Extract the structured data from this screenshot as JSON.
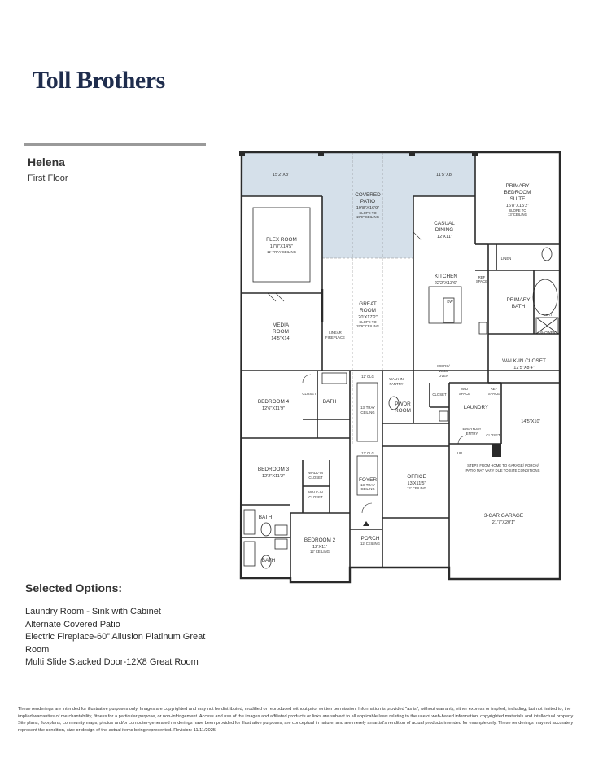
{
  "brand": {
    "logo_text": "Toll Brothers"
  },
  "plan": {
    "name": "Helena",
    "floor": "First Floor"
  },
  "options": {
    "title": "Selected Options:",
    "items": [
      "Laundry Room - Sink with Cabinet",
      "Alternate Covered Patio",
      "Electric Fireplace-60” Allusion Platinum Great Room",
      "Multi Slide Stacked Door-12X8 Great Room"
    ]
  },
  "rooms": {
    "patio_left": {
      "dim": "15'2\"X8'"
    },
    "patio_right": {
      "dim": "11'5\"X8'"
    },
    "covered_patio": {
      "l1": "COVERED",
      "l2": "PATIO",
      "dim": "19'8\"X16'9\"",
      "n1": "SLOPE TO",
      "n2": "15'9\" CEILING"
    },
    "primary_suite": {
      "l1": "PRIMARY",
      "l2": "BEDROOM",
      "l3": "SUITE",
      "dim": "16'8\"X15'2\"",
      "n1": "SLOPE TO",
      "n2": "13' CEILING"
    },
    "casual_dining": {
      "l1": "CASUAL",
      "l2": "DINING",
      "dim": "12'X11'"
    },
    "flex_room": {
      "l1": "FLEX ROOM",
      "dim": "17'8\"X14'5\"",
      "note": "11' TRAY CEILING"
    },
    "kitchen": {
      "l1": "KITCHEN",
      "dim": "22'2\"X13'6\""
    },
    "linen": "LINEN",
    "ref_space_1": {
      "l1": "REF",
      "l2": "SPACE"
    },
    "dw": "DW",
    "primary_bath": {
      "l1": "PRIMARY",
      "l2": "BATH"
    },
    "seat": "SEAT",
    "shower": "SHOWER",
    "great_room": {
      "l1": "GREAT",
      "l2": "ROOM",
      "dim": "20'X17'2\"",
      "n1": "SLOPE TO",
      "n2": "15'9\" CEILING"
    },
    "media_room": {
      "l1": "MEDIA",
      "l2": "ROOM",
      "dim": "14'5\"X14'"
    },
    "linear_fireplace": {
      "l1": "LINEAR",
      "l2": "FIREPLACE"
    },
    "walkin_closet": {
      "l1": "WALK-IN CLOSET",
      "dim": "12'5\"X8'4\""
    },
    "micro_wall_oven": {
      "l1": "MICRO/",
      "l2": "WALL",
      "l3": "OVEN"
    },
    "hall_clg_1": "12' CLG",
    "walkin_pantry": {
      "l1": "WALK-IN",
      "l2": "PANTRY"
    },
    "bedroom4": {
      "l1": "BEDROOM 4",
      "dim": "12'6\"X11'9\""
    },
    "closet_b4": "CLOSET",
    "bath_b4": "BATH",
    "tray_ceiling": {
      "l1": "13' TRAY",
      "l2": "CEILING"
    },
    "pwdr_room": {
      "l1": "PWDR",
      "l2": "ROOM"
    },
    "closet_hall": "CLOSET",
    "wd_space": {
      "l1": "W/D",
      "l2": "SPACE"
    },
    "ref_space_2": {
      "l1": "REF",
      "l2": "SPACE"
    },
    "laundry": "LAUNDRY",
    "garage_dim_top": "14'5\"X10'",
    "everyday_entry": {
      "l1": "EVERYDAY",
      "l2": "ENTRY"
    },
    "closet_entry": "CLOSET",
    "up": "UP",
    "garage_note": {
      "l1": "STEPS FROM HOME TO GARAGE/ PORCH/",
      "l2": "PATIO MAY VARY DUE TO SITE CONDITIONS"
    },
    "hall_clg_2": "12' CLG",
    "bedroom3": {
      "l1": "BEDROOM 3",
      "dim": "12'2\"X11'2\""
    },
    "walkin_closet_b3a": {
      "l1": "WALK-IN",
      "l2": "CLOSET"
    },
    "walkin_closet_b3b": {
      "l1": "WALK-IN",
      "l2": "CLOSET"
    },
    "foyer": {
      "l1": "FOYER",
      "n1": "13' TRAY",
      "n2": "CEILING"
    },
    "office": {
      "l1": "OFFICE",
      "dim": "13'X11'5\"",
      "note": "12' CEILING"
    },
    "bath_b3": "BATH",
    "bath_b2": "BATH",
    "bedroom2": {
      "l1": "BEDROOM 2",
      "dim": "12'X11'",
      "note": "12' CEILING"
    },
    "porch": {
      "l1": "PORCH",
      "note": "12' CEILING"
    },
    "garage": {
      "l1": "3-CAR GARAGE",
      "dim": "21'7\"X20'1\""
    }
  },
  "disclaimer": "These renderings are intended for illustrative purposes only. Images are copyrighted and may not be distributed, modified or reproduced without prior written permission. Information is provided \"as is\", without warranty, either express or implied, including, but not limited to, the implied warranties of merchantability, fitness for a particular purpose, or non-infringement. Access and use of the images and affiliated products or links are subject to all applicable laws relating to the use of web-based information, copyrighted materials and intellectual property. Site plans, floorplans, community maps, photos and/or computer-generated renderings have been provided for illustrative purposes, are conceptual in nature, and are merely an artist's rendition of actual products intended for example only. These renderings may not accurately represent the condition, size or design of the actual items being represented. Revision: 11/11/2025",
  "colors": {
    "brand_navy": "#1f2d4d",
    "patio_fill": "#d5e0ea",
    "wall": "#2a2a2a"
  }
}
